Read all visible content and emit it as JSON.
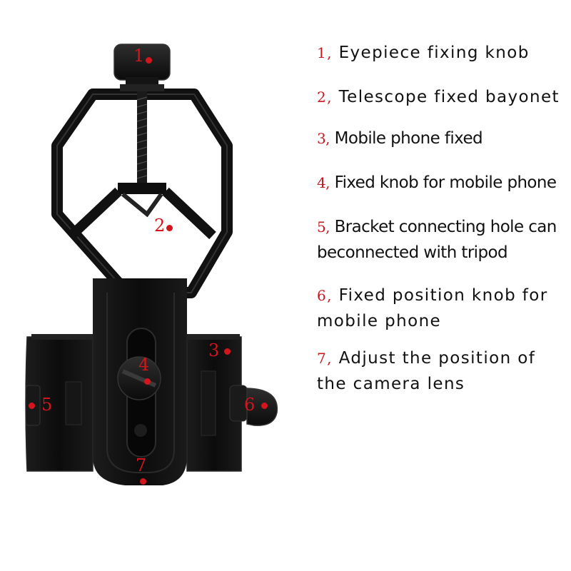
{
  "colors": {
    "callout": "#d3161e",
    "device_body": "#101010",
    "device_edge": "#2b2b2b",
    "text": "#111111"
  },
  "callouts": [
    {
      "id": "1",
      "label": "1"
    },
    {
      "id": "2",
      "label": "2"
    },
    {
      "id": "3",
      "label": "3"
    },
    {
      "id": "4",
      "label": "4"
    },
    {
      "id": "5",
      "label": "5"
    },
    {
      "id": "6",
      "label": "6"
    },
    {
      "id": "7",
      "label": "7"
    }
  ],
  "legend": [
    {
      "num": "1,",
      "lines": [
        "Eyepiece fixing knob"
      ]
    },
    {
      "num": "2,",
      "lines": [
        "Telescope fixed bayonet"
      ]
    },
    {
      "num": "3,",
      "lines": [
        "Mobile phone fixed"
      ]
    },
    {
      "num": "4,",
      "lines": [
        "Fixed knob for mobile phone"
      ]
    },
    {
      "num": "5,",
      "lines": [
        "Bracket connecting hole can",
        "beconnected with tripod"
      ]
    },
    {
      "num": "6,",
      "lines": [
        "Fixed position knob for",
        "mobile phone"
      ]
    },
    {
      "num": "7,",
      "lines": [
        "Adjust the position of",
        "the camera lens"
      ]
    }
  ]
}
